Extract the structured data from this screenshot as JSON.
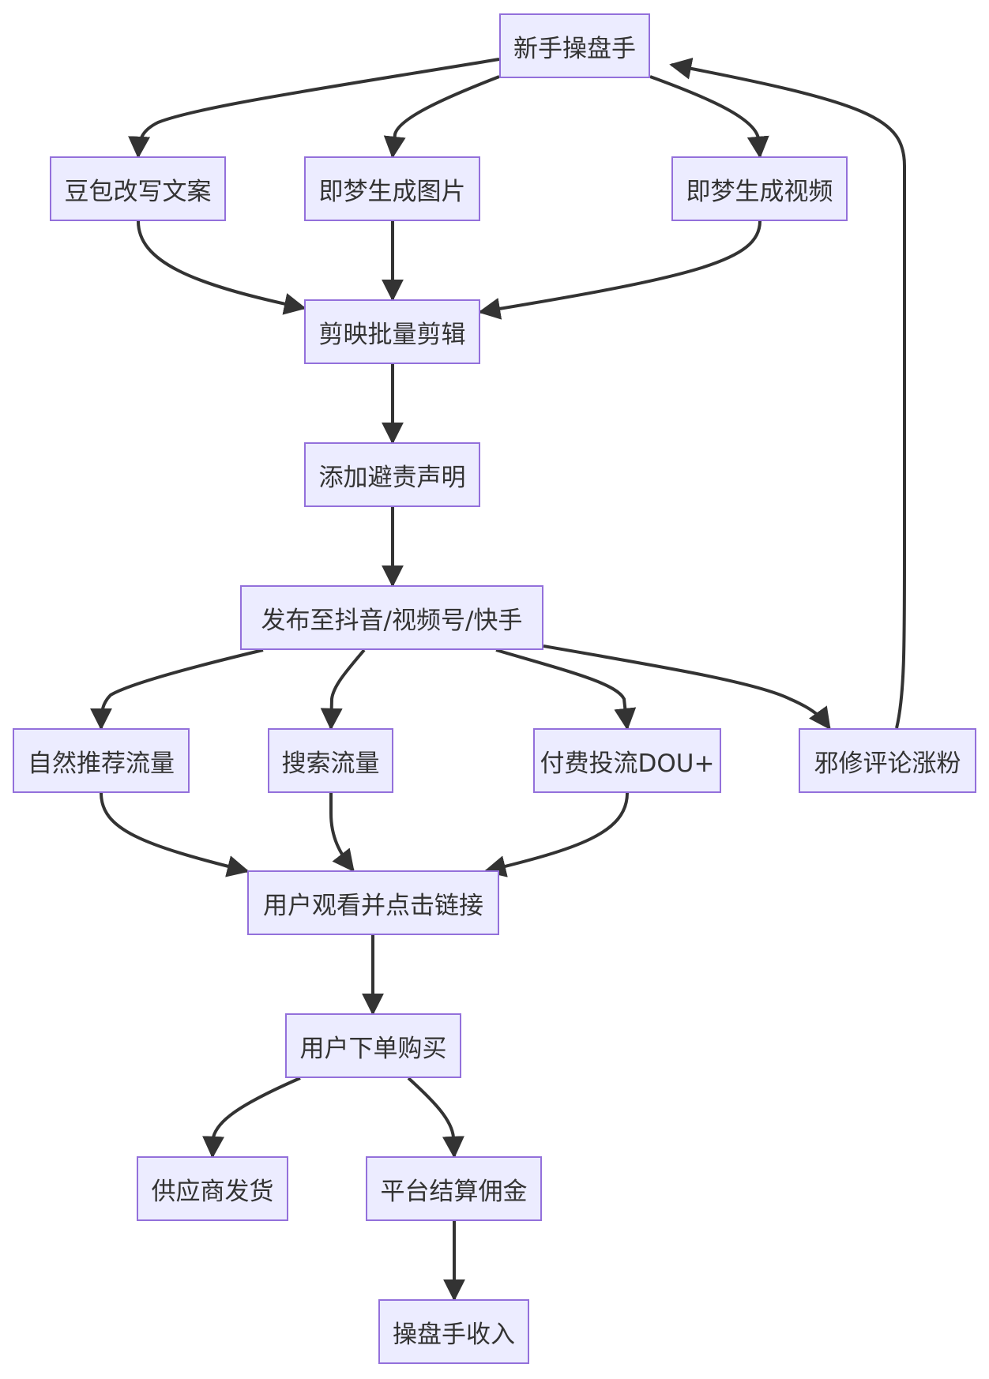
{
  "diagram": {
    "colors": {
      "node_fill": "#ececff",
      "node_border": "#9370db",
      "edge": "#333333",
      "text": "#333333"
    },
    "nodes": {
      "start": "新手操盘手",
      "doubao_copy": "豆包改写文案",
      "jimeng_image": "即梦生成图片",
      "jimeng_video": "即梦生成视频",
      "jianying_edit": "剪映批量剪辑",
      "disclaimer": "添加避责声明",
      "publish": "发布至抖音/视频号/快手",
      "natural_traffic": "自然推荐流量",
      "search_traffic": "搜索流量",
      "paid_traffic": "付费投流DOU+",
      "evil_comments": "邪修评论涨粉",
      "watch_click": "用户观看并点击链接",
      "order": "用户下单购买",
      "supplier_ship": "供应商发货",
      "platform_settle": "平台结算佣金",
      "income": "操盘手收入"
    },
    "edges": [
      [
        "start",
        "doubao_copy"
      ],
      [
        "start",
        "jimeng_image"
      ],
      [
        "start",
        "jimeng_video"
      ],
      [
        "doubao_copy",
        "jianying_edit"
      ],
      [
        "jimeng_image",
        "jianying_edit"
      ],
      [
        "jimeng_video",
        "jianying_edit"
      ],
      [
        "jianying_edit",
        "disclaimer"
      ],
      [
        "disclaimer",
        "publish"
      ],
      [
        "publish",
        "natural_traffic"
      ],
      [
        "publish",
        "search_traffic"
      ],
      [
        "publish",
        "paid_traffic"
      ],
      [
        "publish",
        "evil_comments"
      ],
      [
        "evil_comments",
        "start"
      ],
      [
        "natural_traffic",
        "watch_click"
      ],
      [
        "search_traffic",
        "watch_click"
      ],
      [
        "paid_traffic",
        "watch_click"
      ],
      [
        "watch_click",
        "order"
      ],
      [
        "order",
        "supplier_ship"
      ],
      [
        "order",
        "platform_settle"
      ],
      [
        "platform_settle",
        "income"
      ]
    ]
  }
}
